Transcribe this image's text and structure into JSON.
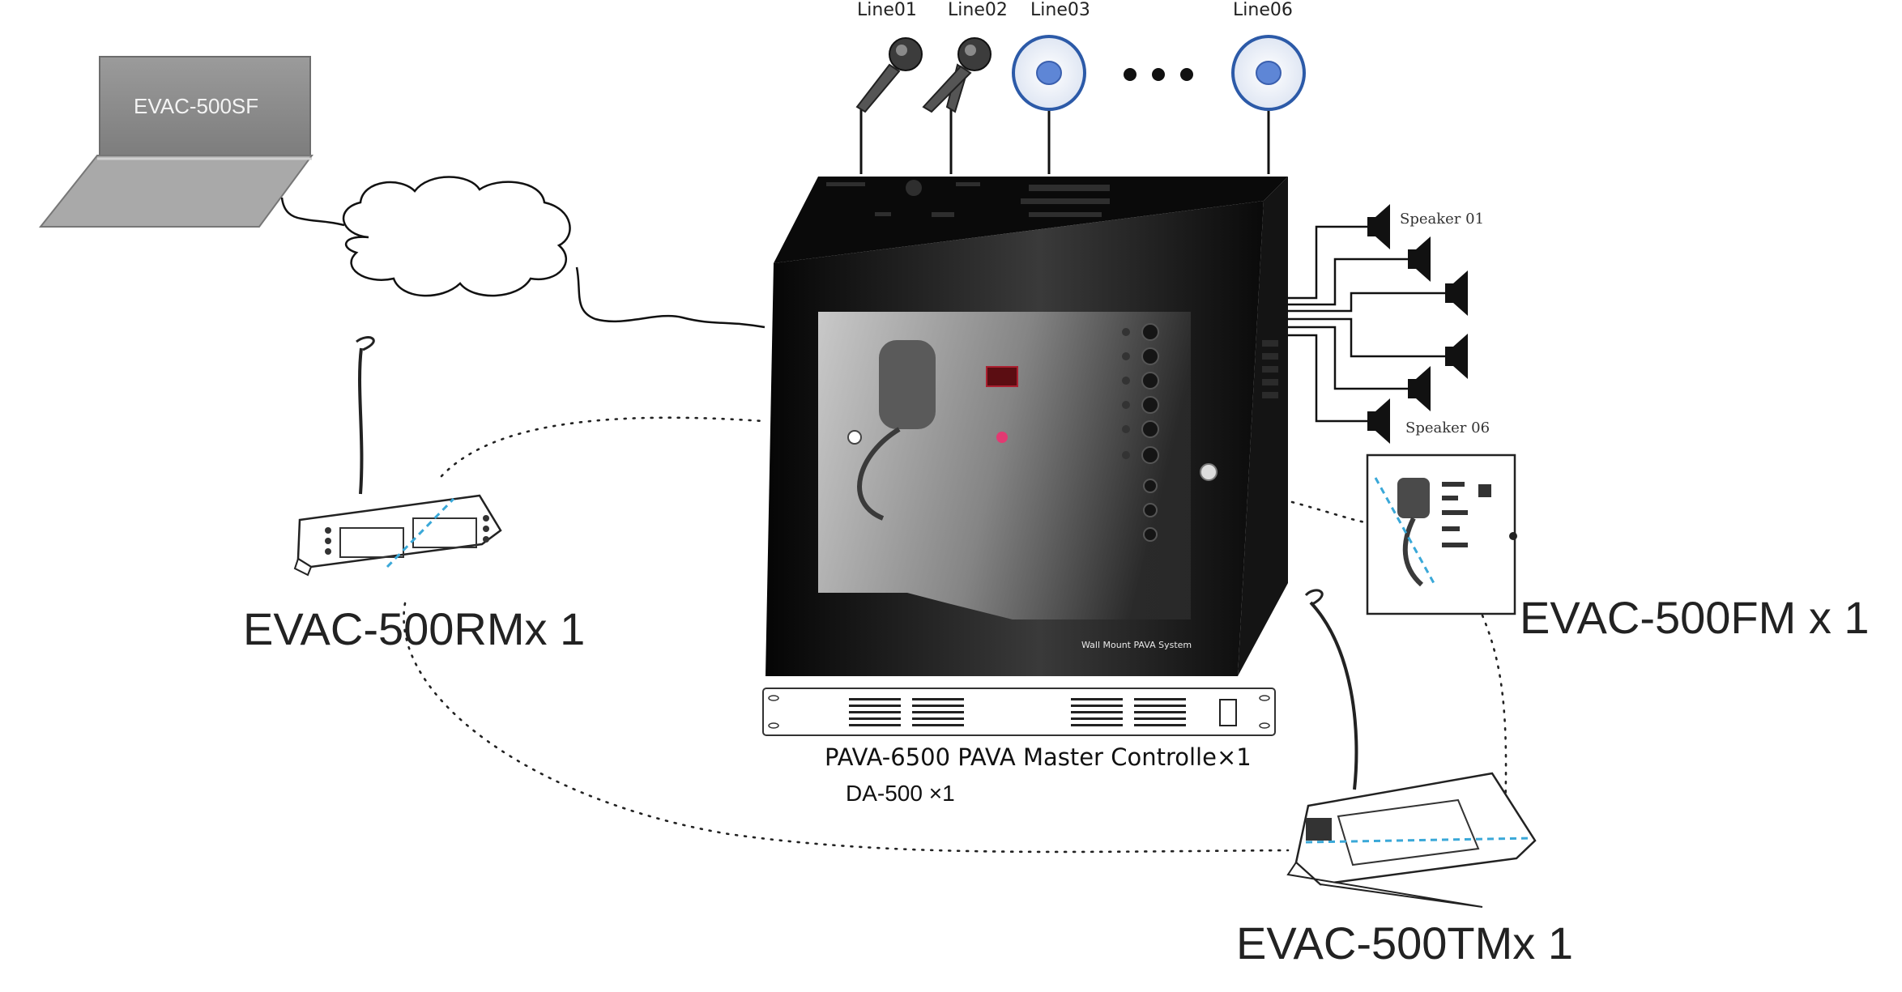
{
  "laptop": {
    "screen_text": "EVAC-500SF"
  },
  "inputs": [
    {
      "label": "Line01",
      "kind": "microphone-icon"
    },
    {
      "label": "Line02",
      "kind": "microphone-icon"
    },
    {
      "label": "Line03",
      "kind": "aux-input-icon"
    },
    {
      "label": "Line06",
      "kind": "aux-input-icon"
    }
  ],
  "speakers": {
    "first_label": "Speaker 01",
    "last_label": "Speaker 06"
  },
  "devices": {
    "remote_mic": {
      "name": "EVAC-500RM",
      "qty": "x 1"
    },
    "fireman_mic": {
      "name": "EVAC-500FM",
      "qty": "x 1"
    },
    "touch_mic": {
      "name": "EVAC-500TM",
      "qty": "x 1"
    },
    "master": {
      "name": "PAVA-6500 PAVA Master Controlle",
      "qty": "×1"
    },
    "amplifier": {
      "name": "DA-500",
      "qty": "×1"
    }
  },
  "cabinet_caption": "Wall Mount PAVA System"
}
